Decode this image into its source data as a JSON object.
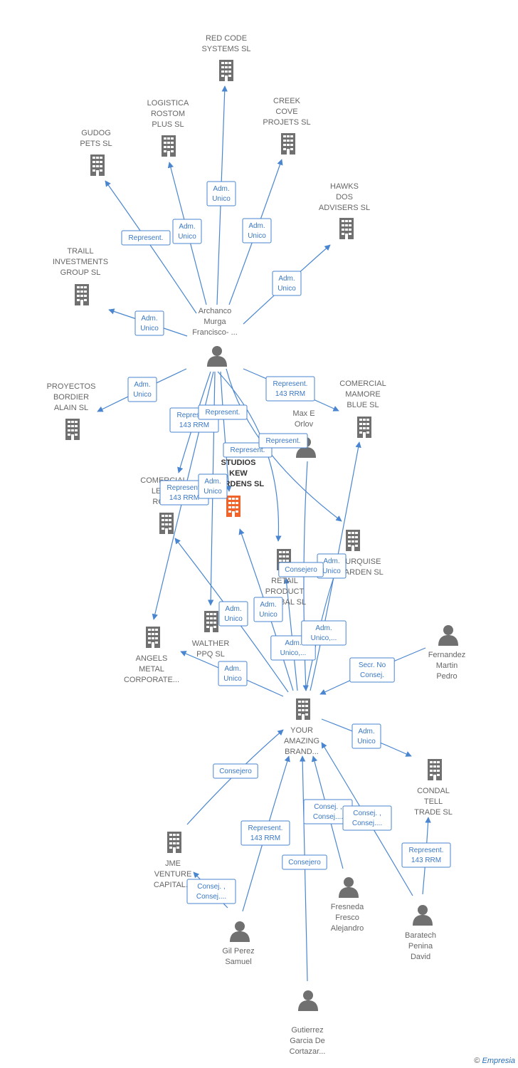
{
  "colors": {
    "node": "#707070",
    "focus": "#f0642c",
    "edge": "#4a86d0"
  },
  "footer": {
    "copyright": "©",
    "brand": "Empresia"
  },
  "nodes": [
    {
      "id": "red_code",
      "type": "company",
      "lines": [
        "RED CODE",
        "SYSTEMS  SL"
      ]
    },
    {
      "id": "logistica",
      "type": "company",
      "lines": [
        "LOGISTICA",
        "ROSTOM",
        "PLUS  SL"
      ]
    },
    {
      "id": "creek",
      "type": "company",
      "lines": [
        "CREEK",
        "COVE",
        "PROJETS  SL"
      ]
    },
    {
      "id": "gudog",
      "type": "company",
      "lines": [
        "GUDOG",
        "PETS  SL"
      ]
    },
    {
      "id": "hawks",
      "type": "company",
      "lines": [
        "HAWKS",
        "DOS",
        "ADVISERS  SL"
      ]
    },
    {
      "id": "traill",
      "type": "company",
      "lines": [
        "TRAILL",
        "INVESTMENTS",
        "GROUP  SL"
      ]
    },
    {
      "id": "archanco",
      "type": "person",
      "lines": [
        "Archanco",
        "Murga",
        "Francisco- ..."
      ]
    },
    {
      "id": "proyectos",
      "type": "company",
      "lines": [
        "PROYECTOS",
        "BORDIER",
        "ALAIN  SL"
      ]
    },
    {
      "id": "comercial_mamore",
      "type": "company",
      "lines": [
        "COMERCIAL",
        "MAMORE",
        "BLUE  SL"
      ]
    },
    {
      "id": "max",
      "type": "person",
      "lines": [
        "Max E",
        "Orlov"
      ]
    },
    {
      "id": "studios",
      "type": "focus",
      "lines": [
        "STUDIOS",
        "KEW",
        "GARDENS  SL"
      ]
    },
    {
      "id": "comercial_lew",
      "type": "company",
      "lines": [
        "COMERCIAL",
        "LEWIS",
        "ROSE"
      ]
    },
    {
      "id": "turquise",
      "type": "company",
      "lines": [
        "TURQUISE",
        "GARDEN  SL"
      ]
    },
    {
      "id": "retail",
      "type": "company",
      "lines": [
        "RETAIL",
        "PRODUCT",
        "GLOBAL  SL"
      ]
    },
    {
      "id": "walther",
      "type": "company",
      "lines": [
        "WALTHER",
        "PPQ  SL"
      ]
    },
    {
      "id": "angels",
      "type": "company",
      "lines": [
        "ANGELS",
        "METAL",
        "CORPORATE..."
      ]
    },
    {
      "id": "fernandez",
      "type": "person",
      "lines": [
        "Fernandez",
        "Martin",
        "Pedro"
      ]
    },
    {
      "id": "your_amazing",
      "type": "company",
      "lines": [
        "YOUR",
        "AMAZING",
        "BRAND..."
      ]
    },
    {
      "id": "condal",
      "type": "company",
      "lines": [
        "CONDAL",
        "TELL",
        "TRADE  SL"
      ]
    },
    {
      "id": "jme",
      "type": "company",
      "lines": [
        "JME",
        "VENTURE",
        "CAPITAL..."
      ]
    },
    {
      "id": "fresneda",
      "type": "person",
      "lines": [
        "Fresneda",
        "Fresco",
        "Alejandro"
      ]
    },
    {
      "id": "baratech",
      "type": "person",
      "lines": [
        "Baratech",
        "Penina",
        "David"
      ]
    },
    {
      "id": "gil",
      "type": "person",
      "lines": [
        "Gil Perez",
        "Samuel"
      ]
    },
    {
      "id": "gutierrez",
      "type": "person",
      "lines": [
        "Gutierrez",
        "Garcia De",
        "Cortazar..."
      ]
    }
  ],
  "relations": [
    {
      "from": "archanco",
      "to": "red_code",
      "label": [
        "Adm.",
        "Unico"
      ]
    },
    {
      "from": "archanco",
      "to": "logistica",
      "label": [
        "Adm.",
        "Unico"
      ]
    },
    {
      "from": "archanco",
      "to": "creek",
      "label": [
        "Adm.",
        "Unico"
      ]
    },
    {
      "from": "archanco",
      "to": "gudog",
      "label": [
        "Represent."
      ]
    },
    {
      "from": "archanco",
      "to": "hawks",
      "label": [
        "Adm.",
        "Unico"
      ]
    },
    {
      "from": "archanco",
      "to": "traill",
      "label": [
        "Adm.",
        "Unico"
      ]
    },
    {
      "from": "archanco",
      "to": "proyectos",
      "label": [
        "Adm.",
        "Unico"
      ]
    },
    {
      "from": "archanco",
      "to": "comercial_mamore",
      "label": [
        "Represent.",
        "143 RRM"
      ]
    },
    {
      "from": "archanco",
      "to": "comercial_lew",
      "label": [
        "Represent.",
        "143 RRM"
      ]
    },
    {
      "from": "archanco",
      "to": "angels",
      "label": [
        "Represent.",
        "143 RRM"
      ]
    },
    {
      "from": "archanco",
      "to": "studios",
      "label": [
        "Represent."
      ]
    },
    {
      "from": "archanco",
      "to": "turquise",
      "label": [
        "Represent."
      ]
    },
    {
      "from": "archanco",
      "to": "retail",
      "label": [
        "Represent."
      ]
    },
    {
      "from": "archanco",
      "to": "walther",
      "label": [
        "Adm.",
        "Unico"
      ]
    },
    {
      "from": "your_amazing",
      "to": "comercial_lew",
      "label": [
        "Adm.",
        "Unico"
      ]
    },
    {
      "from": "your_amazing",
      "to": "studios",
      "label": [
        "Adm.",
        "Unico"
      ]
    },
    {
      "from": "your_amazing",
      "to": "retail",
      "label": [
        "Adm.",
        "Unico,..."
      ]
    },
    {
      "from": "your_amazing",
      "to": "turquise",
      "label": [
        "Adm.",
        "Unico"
      ]
    },
    {
      "from": "your_amazing",
      "to": "comercial_mamore",
      "label": [
        "Adm.",
        "Unico,..."
      ]
    },
    {
      "from": "your_amazing",
      "to": "angels",
      "label": [
        "Adm.",
        "Unico"
      ]
    },
    {
      "from": "your_amazing",
      "to": "condal",
      "label": [
        "Adm.",
        "Unico"
      ]
    },
    {
      "from": "max",
      "to": "your_amazing",
      "label": [
        "Consejero"
      ]
    },
    {
      "from": "fernandez",
      "to": "your_amazing",
      "label": [
        "Secr.  No",
        "Consej."
      ]
    },
    {
      "from": "jme",
      "to": "your_amazing",
      "label": [
        "Consejero"
      ]
    },
    {
      "from": "gil",
      "to": "your_amazing",
      "label": [
        "Represent.",
        "143 RRM"
      ]
    },
    {
      "from": "gil",
      "to": "jme",
      "label": [
        "Consej. ,",
        "Consej...."
      ]
    },
    {
      "from": "gutierrez",
      "to": "your_amazing",
      "label": [
        "Consejero"
      ]
    },
    {
      "from": "fresneda",
      "to": "your_amazing",
      "label": [
        "Consej. ,",
        "Consej...."
      ]
    },
    {
      "from": "baratech",
      "to": "your_amazing",
      "label": [
        "Consej. ,",
        "Consej...."
      ]
    },
    {
      "from": "baratech",
      "to": "condal",
      "label": [
        "Represent.",
        "143 RRM"
      ]
    }
  ]
}
